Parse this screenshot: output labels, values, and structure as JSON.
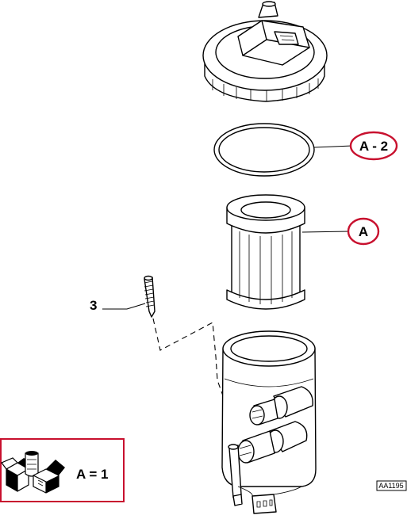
{
  "diagram": {
    "callouts": {
      "gasket": "A - 2",
      "filter": "A"
    },
    "part_number_label": "3",
    "legend_text": "A = 1",
    "reference_code": "AA1195"
  },
  "colors": {
    "callout_outline": "#c8102e",
    "line": "#000000",
    "background": "#ffffff"
  }
}
